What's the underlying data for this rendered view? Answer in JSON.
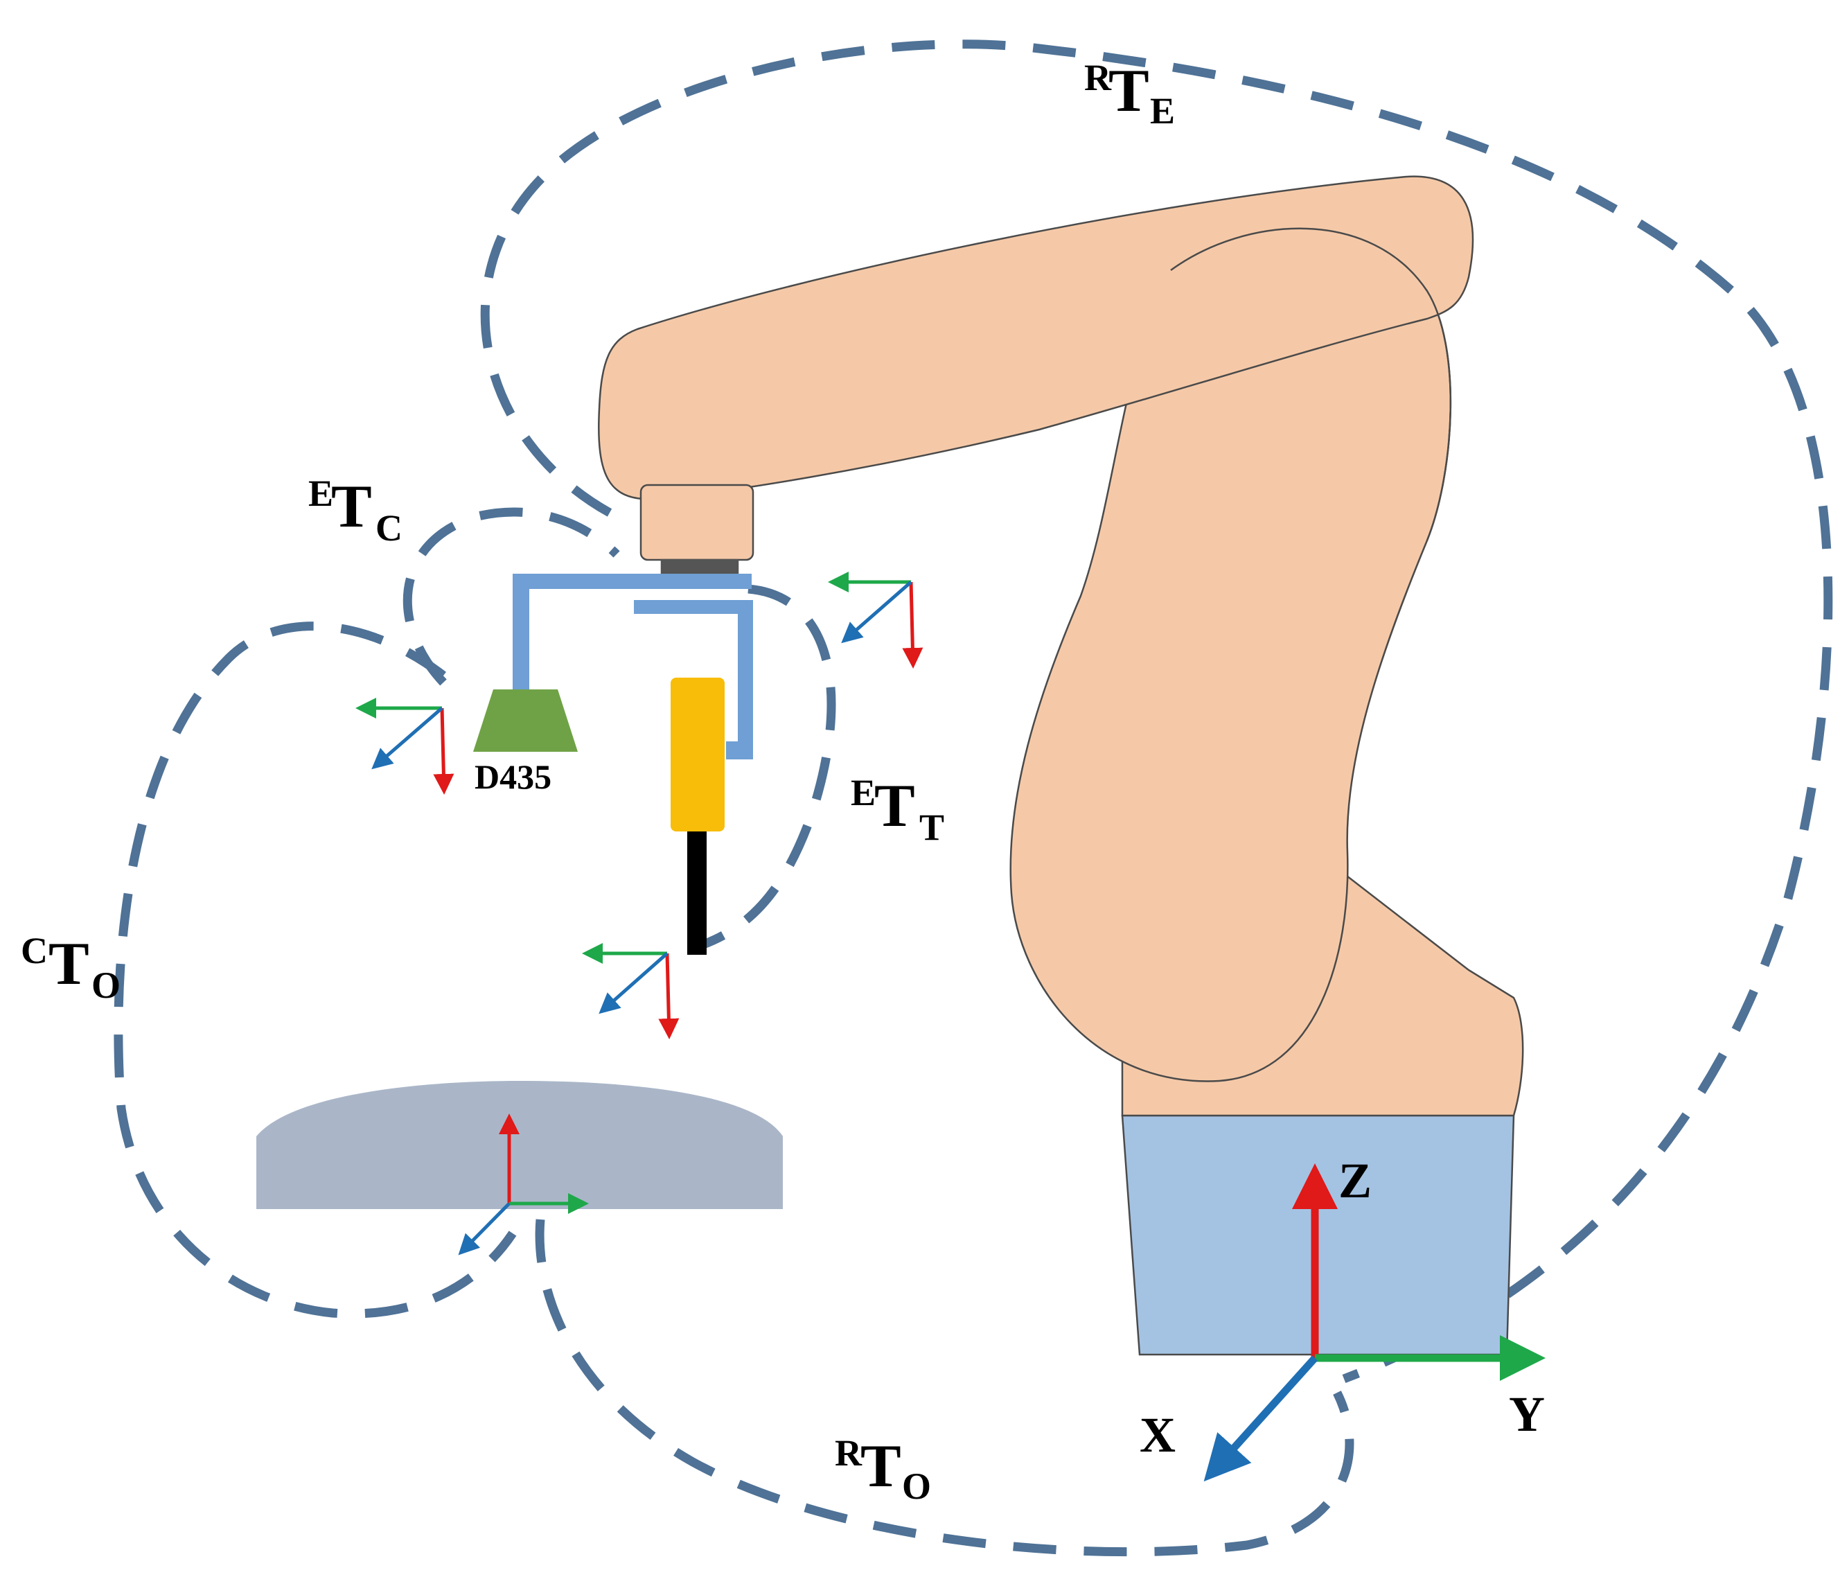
{
  "labels": {
    "rte": {
      "sup": "R",
      "main": "T",
      "sub": "E"
    },
    "etc": {
      "sup": "E",
      "main": "T",
      "sub": "C"
    },
    "ett": {
      "sup": "E",
      "main": "T",
      "sub": "T"
    },
    "cto": {
      "sup": "C",
      "main": "T",
      "sub": "O"
    },
    "rto": {
      "sup": "R",
      "main": "T",
      "sub": "O"
    }
  },
  "camera_label": "D435",
  "base_axes": {
    "z": "Z",
    "y": "Y",
    "x": "X"
  },
  "colors": {
    "loop": "#4f7296",
    "robot": "#f5c9a8",
    "base": "#a4c3e3",
    "bracket": "#6f9fd4",
    "camera": "#6fa246",
    "tool": "#f7bd08",
    "table": "#aab6c8",
    "axis_x": "#1f6fb4",
    "axis_y": "#1ea84a",
    "axis_z": "#e01919"
  }
}
